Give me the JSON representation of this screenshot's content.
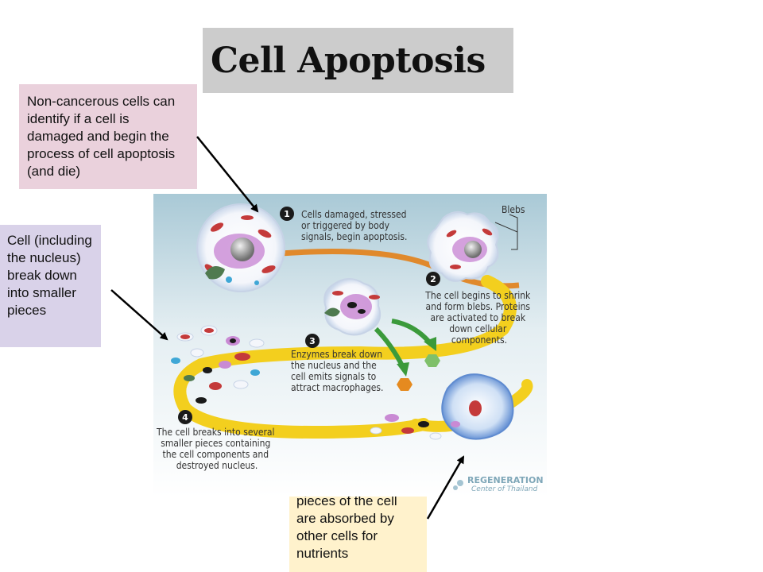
{
  "title": "Cell Apoptosis",
  "notes": {
    "damaged": "Non-cancerous cells can identify if a cell is damaged and begin the process of cell apoptosis (and die)",
    "breakdown": "Cell (including the nucleus) break down into smaller pieces",
    "absorbed": "The broken down pieces of the cell are absorbed by other cells for nutrients"
  },
  "figure": {
    "steps": [
      {
        "number": "1",
        "lines": [
          "Cells damaged, stressed",
          "or triggered by body",
          "signals, begin apoptosis."
        ]
      },
      {
        "number": "2",
        "lines": [
          "The cell begins to shrink",
          "and form blebs. Proteins",
          "are activated to break",
          "down cellular",
          "components."
        ]
      },
      {
        "number": "3",
        "lines": [
          "Enzymes break down",
          "the nucleus and the",
          "cell emits signals to",
          "attract macrophages."
        ]
      },
      {
        "number": "4",
        "lines": [
          "The cell breaks into several",
          "smaller pieces containing",
          "the cell components and",
          "destroyed nucleus."
        ]
      }
    ],
    "blebs_label": "Blebs",
    "brand": {
      "name": "REGENERATION",
      "sub": "Center of Thailand"
    }
  },
  "colors": {
    "title_bg": "#cccccc",
    "note_pink": "#ead1dc",
    "note_purple": "#d9d2e9",
    "note_yellow": "#fff2cc",
    "ring_orange": "#e0892c",
    "ring_yellow": "#f3cf1e"
  }
}
